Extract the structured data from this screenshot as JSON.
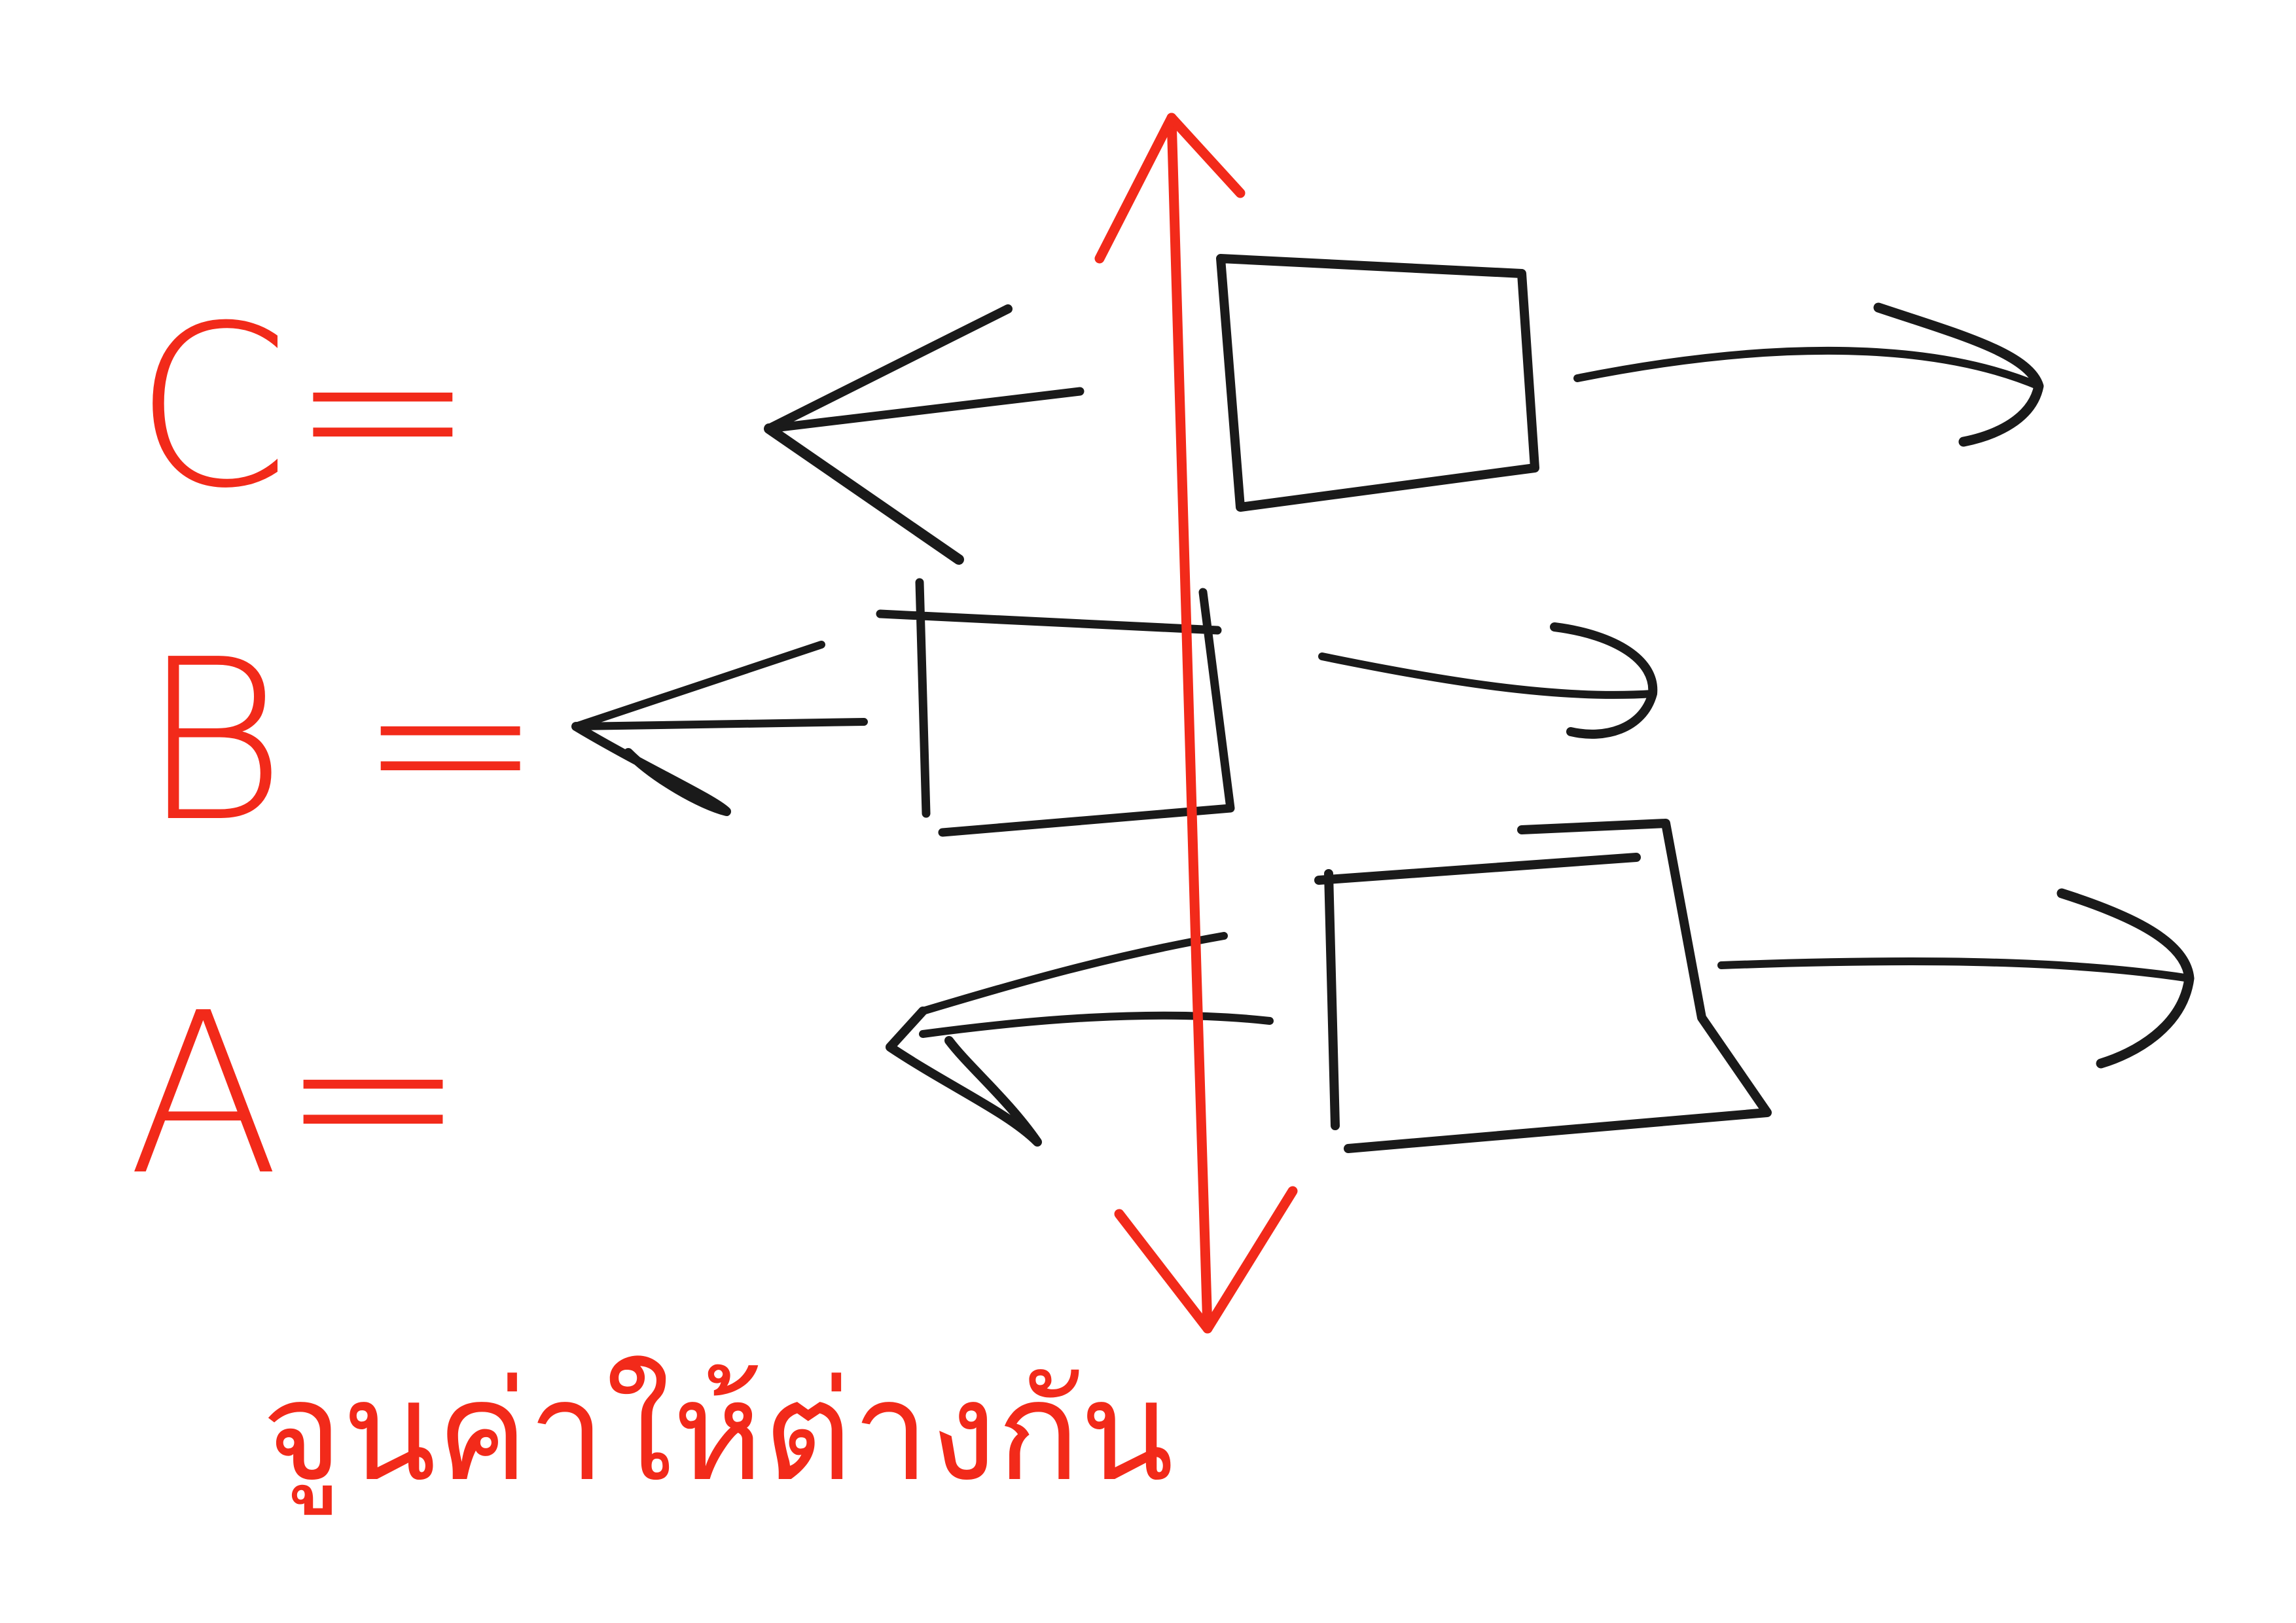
{
  "colors": {
    "background": "#ffffff",
    "ink": "#1a1a1a",
    "accent": "#f22a1a"
  },
  "rows": [
    {
      "id": "c",
      "label": "C=",
      "left_arrow": "long",
      "right_arrow": "medium"
    },
    {
      "id": "b",
      "label": "B =",
      "left_arrow": "medium",
      "right_arrow": "short"
    },
    {
      "id": "a",
      "label": "A=",
      "left_arrow": "short",
      "right_arrow": "long"
    }
  ],
  "axis": {
    "direction": "vertical",
    "arrowheads": "both"
  },
  "caption": "จูนค่าให้ต่างกัน"
}
